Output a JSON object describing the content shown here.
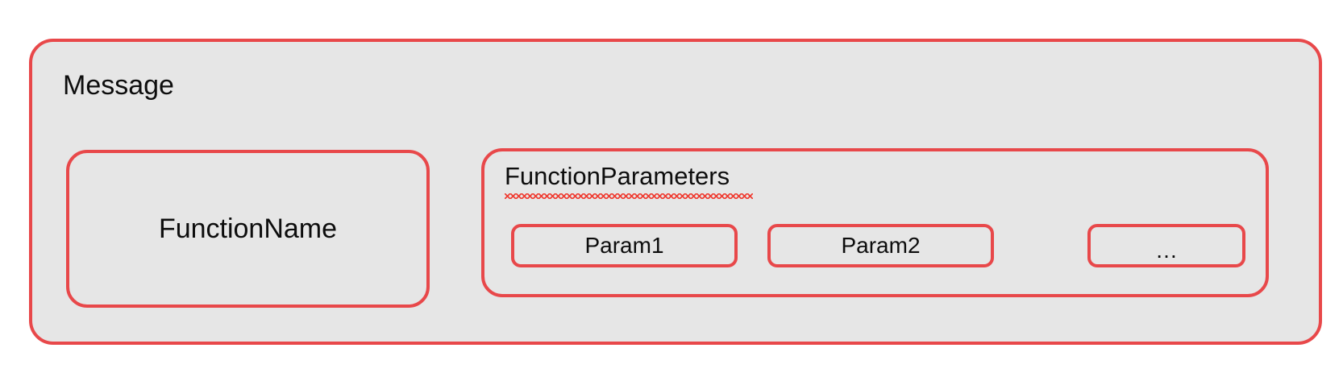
{
  "diagram": {
    "title": "Message",
    "accent_color": "#e8484a",
    "fill_color": "#e6e6e6",
    "text_color": "#0d0d0d",
    "spellcheck_underline_color": "#ef4036",
    "function_name": {
      "label": "FunctionName"
    },
    "function_parameters": {
      "label": "FunctionParameters",
      "has_spellcheck_underline": true,
      "params": [
        {
          "label": "Param1"
        },
        {
          "label": "Param2"
        },
        {
          "label": "…"
        }
      ]
    }
  }
}
